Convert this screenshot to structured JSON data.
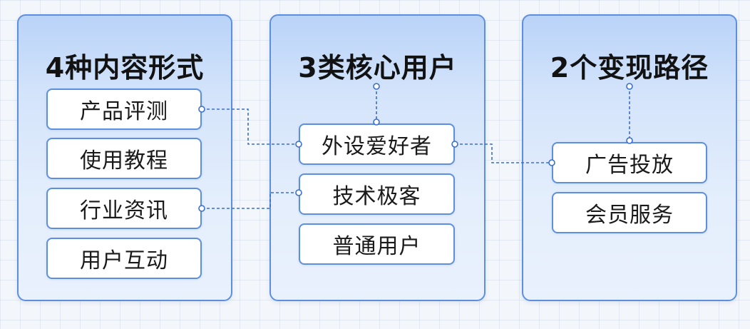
{
  "columns": {
    "content_forms": {
      "title": "4种内容形式",
      "items": [
        "产品评测",
        "使用教程",
        "行业资讯",
        "用户互动"
      ]
    },
    "core_users": {
      "title": "3类核心用户",
      "items": [
        "外设爱好者",
        "技术极客",
        "普通用户"
      ]
    },
    "monetization": {
      "title": "2个变现路径",
      "items": [
        "广告投放",
        "会员服务"
      ]
    }
  },
  "connections": [
    {
      "from": "产品评测",
      "to": "外设爱好者"
    },
    {
      "from": "行业资讯",
      "to": "技术极客"
    },
    {
      "from": "外设爱好者",
      "to": "广告投放"
    }
  ],
  "colors": {
    "border": "#5d8fe0",
    "connector": "#3a6fd0",
    "title_text": "#121212",
    "box_text": "#1a1a1a",
    "panel_top": "#b9d3f8",
    "panel_bottom": "#e9f1fd"
  }
}
